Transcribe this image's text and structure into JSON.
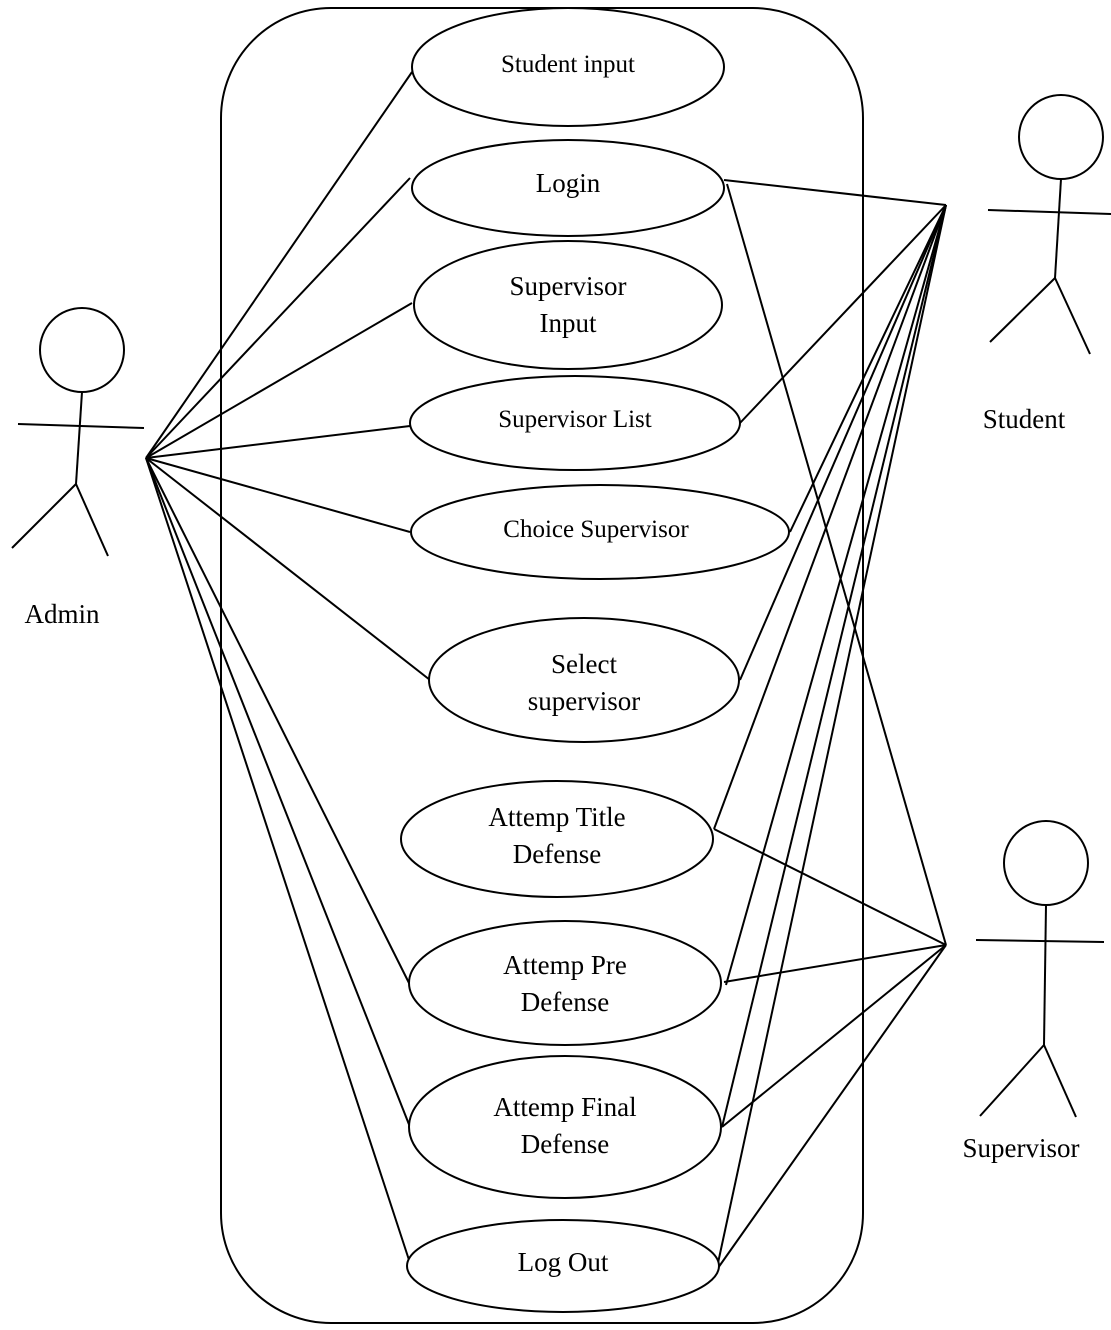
{
  "actors": {
    "admin": {
      "label": "Admin"
    },
    "student": {
      "label": "Student"
    },
    "supervisor": {
      "label": "Supervisor"
    }
  },
  "use_cases": {
    "student_input": {
      "lines": [
        "Student input"
      ]
    },
    "login": {
      "lines": [
        "Login"
      ]
    },
    "supervisor_input": {
      "lines": [
        "Supervisor",
        "Input"
      ]
    },
    "supervisor_list": {
      "lines": [
        "Supervisor List"
      ]
    },
    "choice_supervisor": {
      "lines": [
        "Choice Supervisor"
      ]
    },
    "select_supervisor": {
      "lines": [
        "Select",
        "supervisor"
      ]
    },
    "attemp_title_defense": {
      "lines": [
        "Attemp Title",
        "Defense"
      ]
    },
    "attemp_pre_defense": {
      "lines": [
        "Attemp Pre",
        "Defense"
      ]
    },
    "attemp_final_defense": {
      "lines": [
        "Attemp Final",
        "Defense"
      ]
    },
    "log_out": {
      "lines": [
        "Log Out"
      ]
    }
  },
  "associations": [
    [
      "admin",
      "student_input"
    ],
    [
      "admin",
      "login"
    ],
    [
      "admin",
      "supervisor_input"
    ],
    [
      "admin",
      "supervisor_list"
    ],
    [
      "admin",
      "choice_supervisor"
    ],
    [
      "admin",
      "select_supervisor"
    ],
    [
      "admin",
      "attemp_pre_defense"
    ],
    [
      "admin",
      "attemp_final_defense"
    ],
    [
      "admin",
      "log_out"
    ],
    [
      "student",
      "login"
    ],
    [
      "student",
      "supervisor_list"
    ],
    [
      "student",
      "choice_supervisor"
    ],
    [
      "student",
      "select_supervisor"
    ],
    [
      "student",
      "attemp_title_defense"
    ],
    [
      "student",
      "attemp_pre_defense"
    ],
    [
      "student",
      "attemp_final_defense"
    ],
    [
      "student",
      "log_out"
    ],
    [
      "supervisor",
      "login"
    ],
    [
      "supervisor",
      "attemp_title_defense"
    ],
    [
      "supervisor",
      "attemp_pre_defense"
    ],
    [
      "supervisor",
      "attemp_final_defense"
    ],
    [
      "supervisor",
      "log_out"
    ]
  ]
}
